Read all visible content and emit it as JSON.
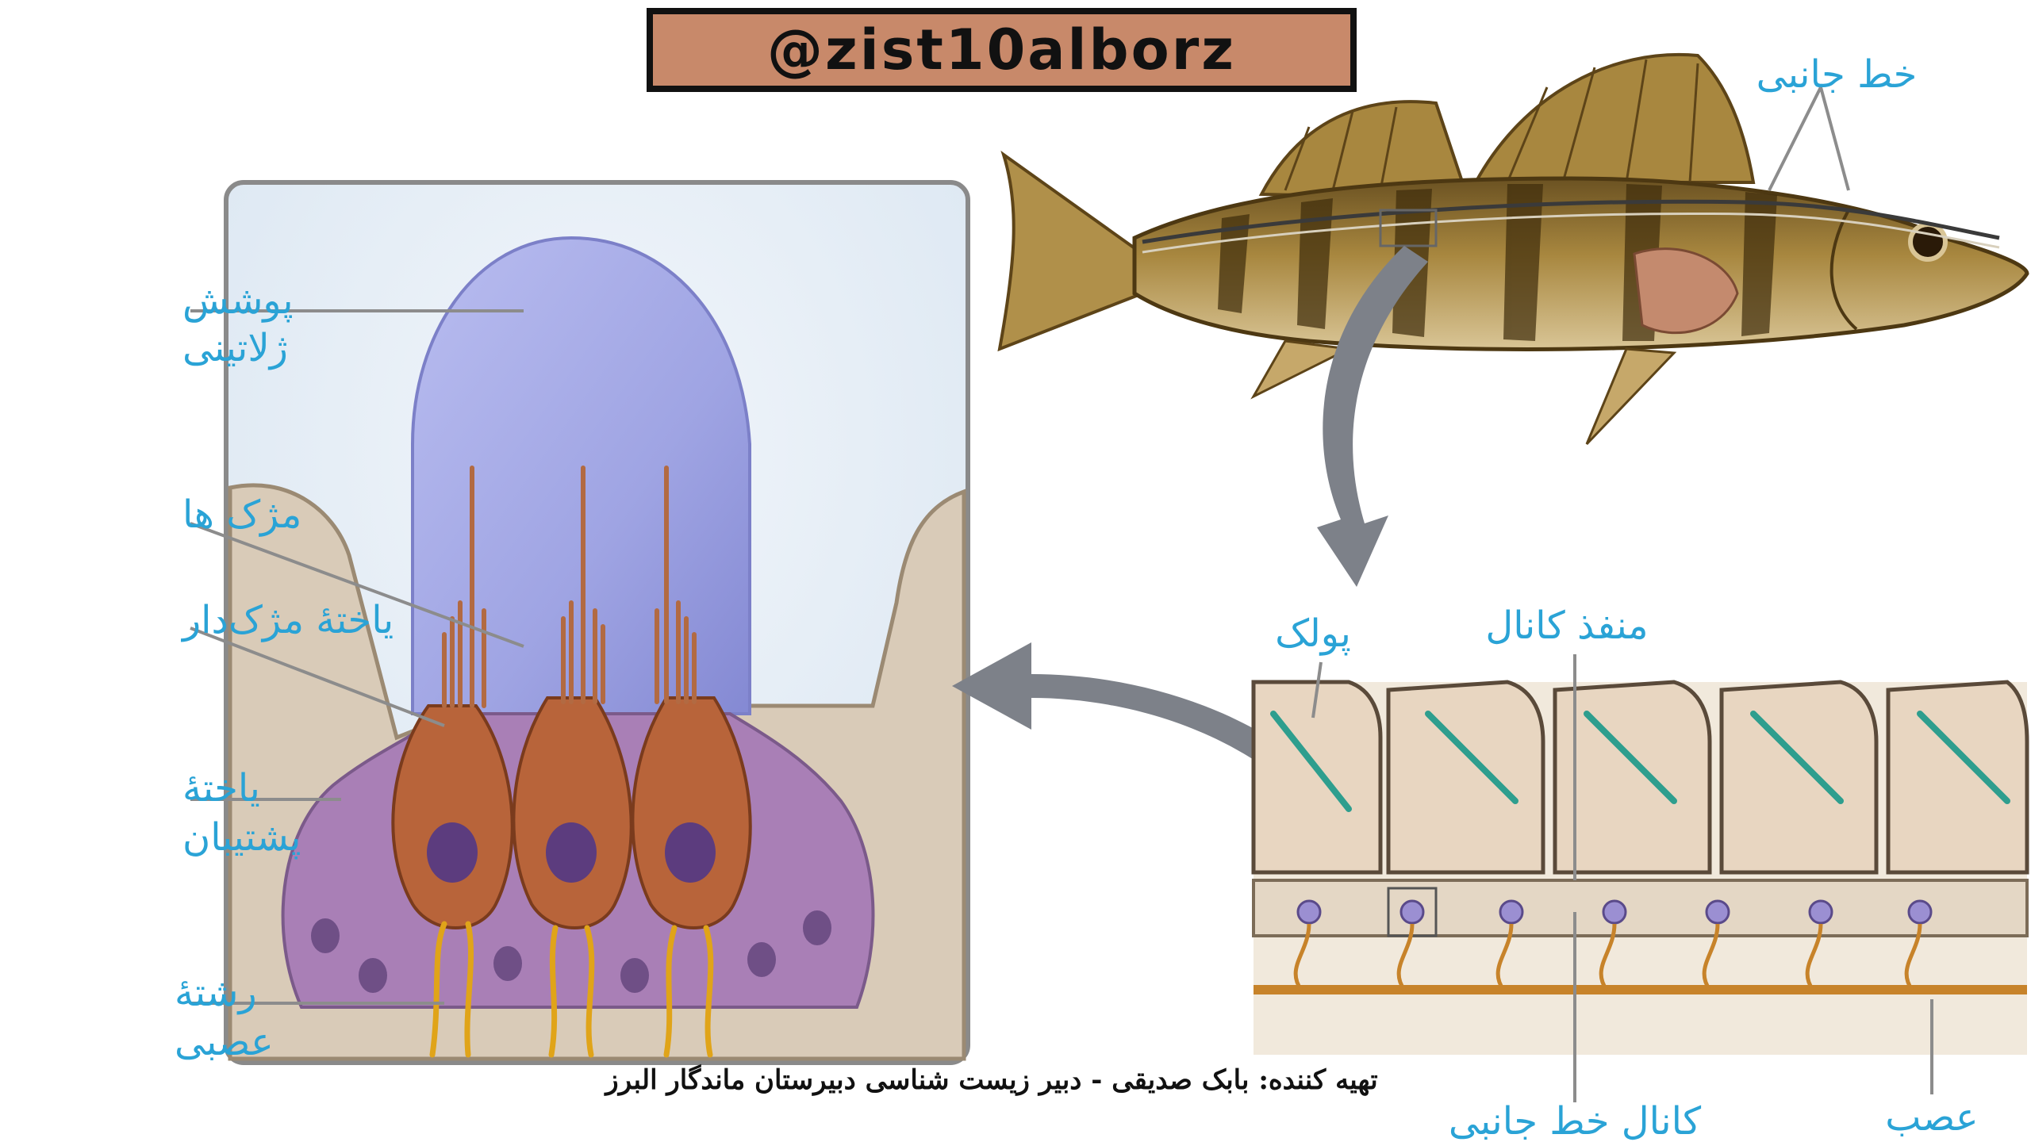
{
  "brand": {
    "handle": "@zist10alborz"
  },
  "labels": {
    "gelatinous_cover_line1": "پوشش",
    "gelatinous_cover_line2": "ژلاتینی",
    "cilia": "مژک ها",
    "ciliated_cell": "یاختهٔ مژک‌دار",
    "supporting_cell_line1": "یاختهٔ",
    "supporting_cell_line2": "پشتیبان",
    "nerve_fiber_line1": "رشتهٔ",
    "nerve_fiber_line2": "عصبی",
    "lateral_line": "خط جانبی",
    "scale": "پولک",
    "canal_opening": "منفذ کانال",
    "lateral_line_canal": "کانال خط جانبی",
    "nerve": "عصب"
  },
  "credit": "تهیه کننده: بابک صدیقی - دبیر زیست شناسی دبیرستان ماندگار البرز",
  "colors": {
    "label": "#2aa3d6",
    "brand_box": "#c8896a",
    "cupula": "#9fa4e3",
    "hair_cell": "#b8643a",
    "supporting_cell": "#a97fb6",
    "tissue": "#d9cbb8",
    "nerve_fiber": "#e0a419"
  }
}
